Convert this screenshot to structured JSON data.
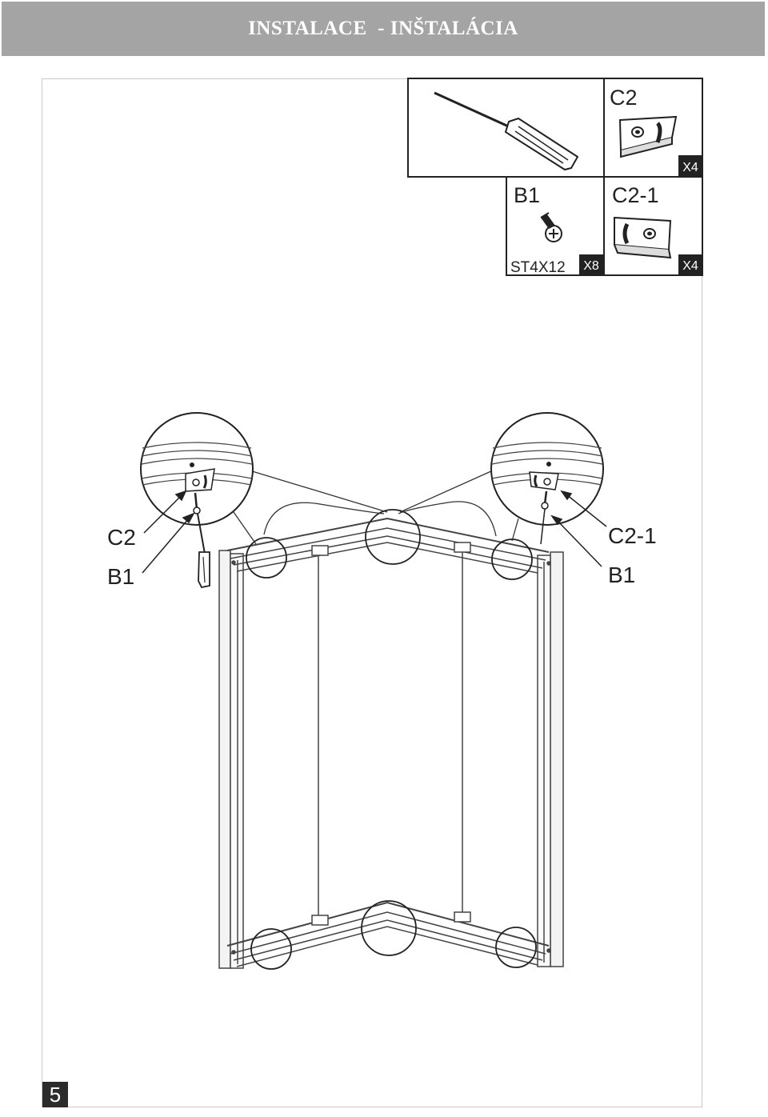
{
  "header": {
    "title": "INSTALACE  - INŠTALÁCIA"
  },
  "parts_box": {
    "c2": {
      "label": "C2",
      "qty": "X4"
    },
    "b1": {
      "label": "B1",
      "spec": "ST4X12",
      "qty": "X8"
    },
    "c2_1": {
      "label": "C2-1",
      "qty": "X4"
    }
  },
  "callouts": {
    "left_bracket": "C2",
    "left_screw": "B1",
    "right_bracket": "C2-1",
    "right_screw": "B1"
  },
  "page": {
    "number": "5"
  },
  "icons": [
    "screwdriver-icon",
    "screw-icon",
    "bracket-icon"
  ]
}
